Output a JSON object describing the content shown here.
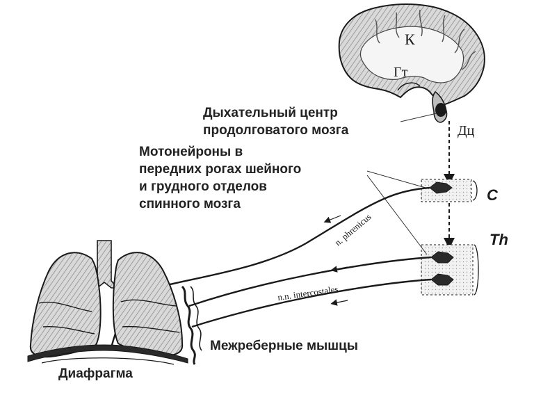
{
  "labels": {
    "cortex": "К",
    "hypothalamus": "Гт",
    "medulla_code": "Дц",
    "respiratory_center": "Дыхательный центр\nпродолговатого мозга",
    "motoneurons": "Мотонейроны в\nпередних рогах шейного\nи грудного отделов\nспинного мозга",
    "cervical": "C",
    "thoracic": "Th",
    "phrenic_nerve": "n. phrenicus",
    "intercostal_nerves": "n.n. intercostales",
    "intercostal_muscles": "Межреберные мышцы",
    "diaphragm": "Диафрагма"
  },
  "colors": {
    "ink": "#1a1a1a",
    "tissue": "#cfcfcf",
    "shade": "#8a8a8a"
  }
}
